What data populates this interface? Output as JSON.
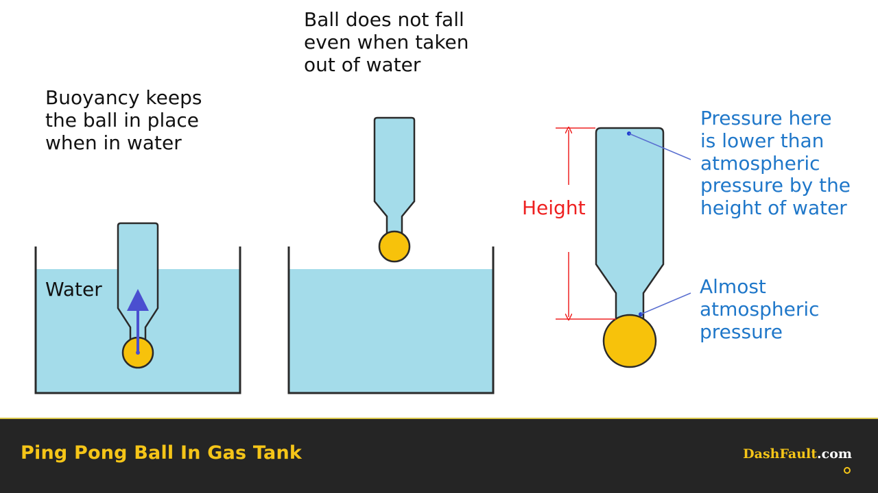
{
  "captions": {
    "buoyancy": [
      "Buoyancy keeps",
      "the ball in place",
      "when in water"
    ],
    "not_fall": [
      "Ball does not fall",
      "even when taken",
      "out of water"
    ],
    "water": "Water",
    "height": "Height",
    "pressure_lower": [
      "Pressure here",
      "is lower than",
      "atmospheric",
      "pressure by the",
      "height of water"
    ],
    "almost_atm": [
      "Almost",
      "atmospheric",
      "pressure"
    ]
  },
  "footer": {
    "title": "Ping Pong Ball In Gas Tank",
    "brand_name": "DashFault",
    "brand_tld": ".com"
  },
  "colors": {
    "water": "#a4dcea",
    "ball": "#f7c20b",
    "arrow": "#4a4fd0",
    "annotation_blue": "#1f77c9",
    "height_red": "#ee2020",
    "footer_bg": "#252525",
    "footer_accent": "#f5c518"
  },
  "icons": {
    "buoyancy_arrow": "up-arrow-icon",
    "brand_gear": "gear-icon"
  }
}
